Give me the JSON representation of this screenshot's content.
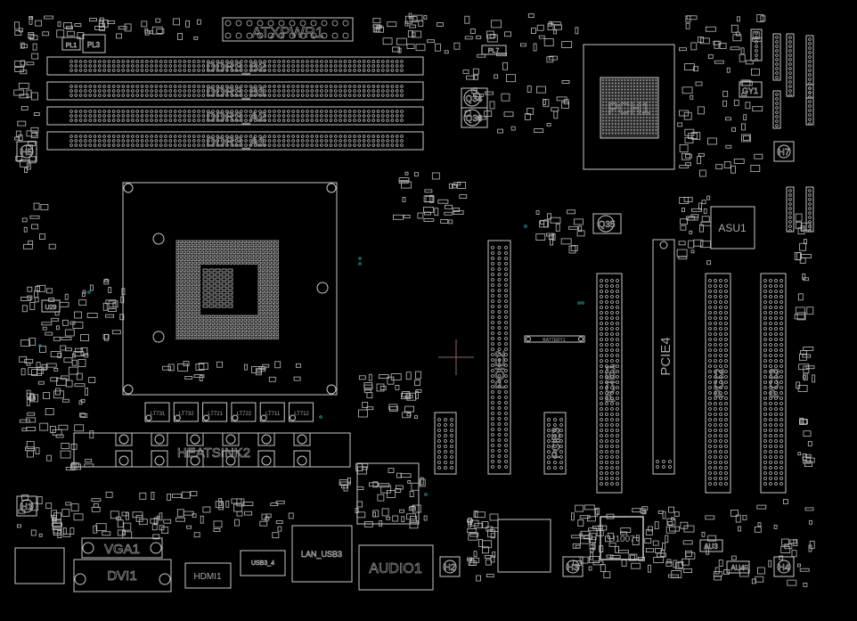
{
  "view": {
    "title": "Boardview - top layer"
  },
  "colors": {
    "background": "#000000",
    "outline": "#c8c8c8",
    "cursor": "#8a6a6a",
    "via": "#1f8f8f"
  },
  "labels": {
    "atxpwr": "ATXPWR1",
    "ddr_b2": "DDR3_B2",
    "ddr_b1": "DDR3_B1",
    "ddr_a2": "DDR3_A2",
    "ddr_a1": "DDR3_A1",
    "pch": "PCH1",
    "asu": "ASU1",
    "gy1": "GY1",
    "q34": "Q34",
    "q38": "Q38",
    "q35": "Q35",
    "pl3": "PL3",
    "pl1": "PL1",
    "pl7": "PL7",
    "pcie2": "PCIE2",
    "pcie1": "PCIE1",
    "pcie4": "PCIE4",
    "pcie3": "PCIE3",
    "pci2": "PCI2",
    "pci3": "PCI3",
    "battery": "BATTERY1",
    "u1007": "U1007",
    "u29": "U29",
    "au3": "AU3",
    "au4": "AU4",
    "heatsink": "HEATSINK2",
    "lt": [
      "LT731",
      "LT732",
      "LT721",
      "LT722",
      "LT711",
      "LT712"
    ],
    "vga": "VGA1",
    "dvi": "DVI1",
    "hdmi": "HDMI1",
    "usb": "USB3_4",
    "lan": "LAN_USB3",
    "audio": "AUDIO1",
    "holes": [
      "H1",
      "H2",
      "H3",
      "H4",
      "H5",
      "H7"
    ]
  }
}
